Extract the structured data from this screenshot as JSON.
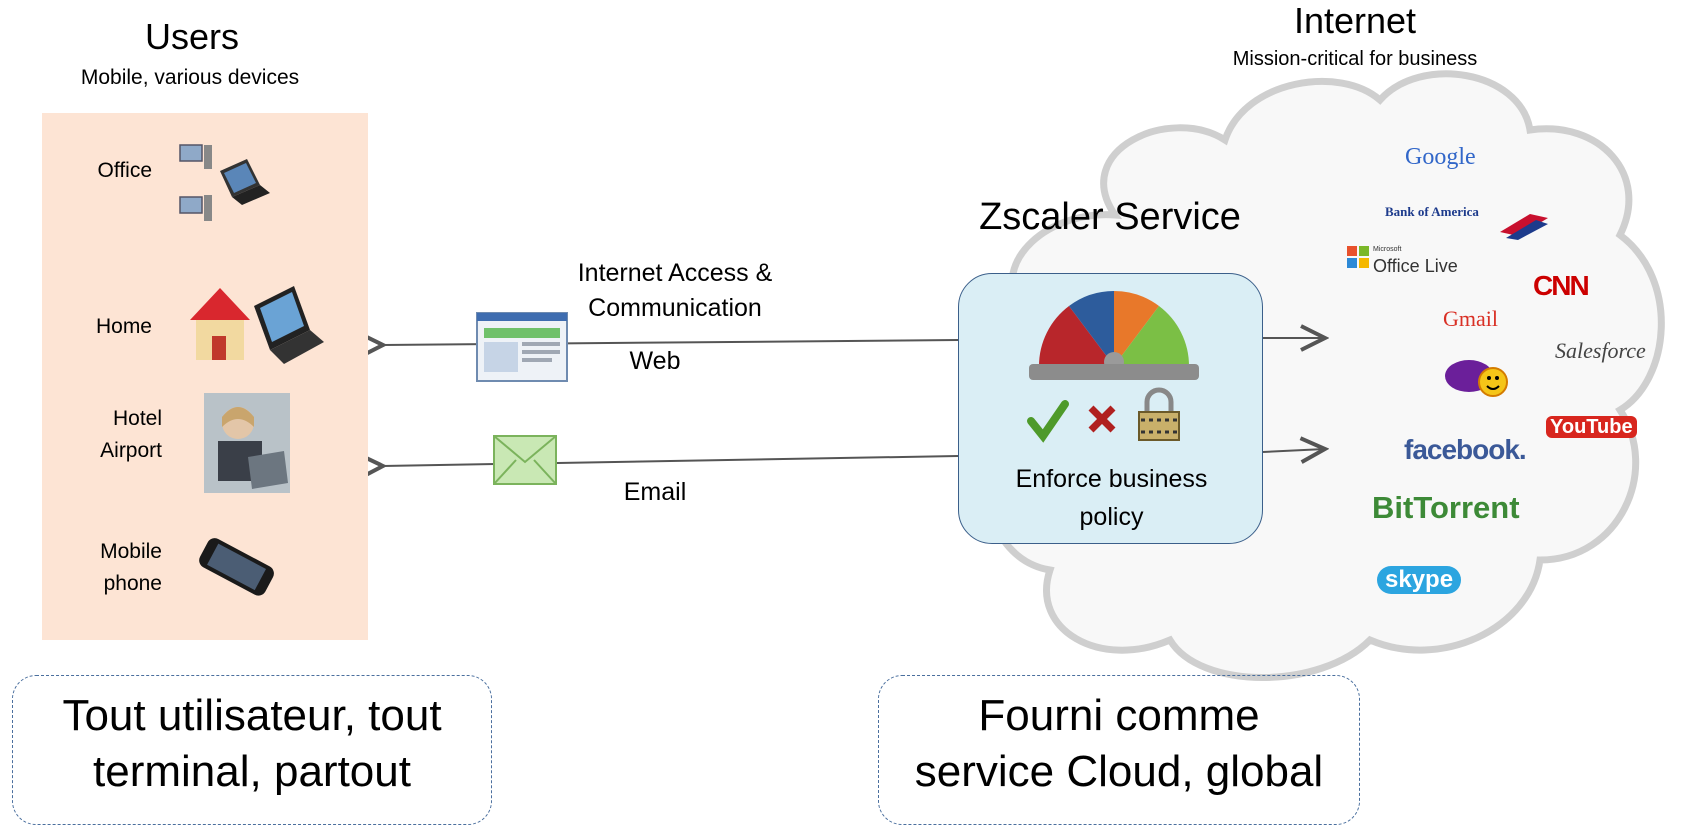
{
  "users": {
    "title": "Users",
    "subtitle": "Mobile, various devices",
    "locations": [
      {
        "label": "Office"
      },
      {
        "label": "Home"
      },
      {
        "label_line1": "Hotel",
        "label_line2": "Airport"
      },
      {
        "label_line1": "Mobile",
        "label_line2": "phone"
      }
    ]
  },
  "internet": {
    "title": "Internet",
    "subtitle": "Mission-critical for business",
    "logos": [
      "Google",
      "Bank of America",
      "Microsoft",
      "Office Live",
      "CNN",
      "Gmail",
      "Salesforce",
      "YouTube",
      "facebook.",
      "BitTorrent",
      "skype"
    ]
  },
  "zscaler": {
    "title": "Zscaler  Service",
    "policy_line1": "Enforce business",
    "policy_line2": "policy"
  },
  "flows": {
    "internet_access_line1": "Internet Access &",
    "internet_access_line2": "Communication",
    "web": "Web",
    "email": "Email"
  },
  "callouts": {
    "left_line1": "Tout utilisateur, tout",
    "left_line2": "terminal, partout",
    "right_line1": "Fourni comme",
    "right_line2": "service Cloud, global"
  },
  "colors": {
    "users_panel": "#fde4d4",
    "zscaler_box": "#daeef5",
    "cloud_outline": "#c8c8c8",
    "arrow": "#555555"
  }
}
